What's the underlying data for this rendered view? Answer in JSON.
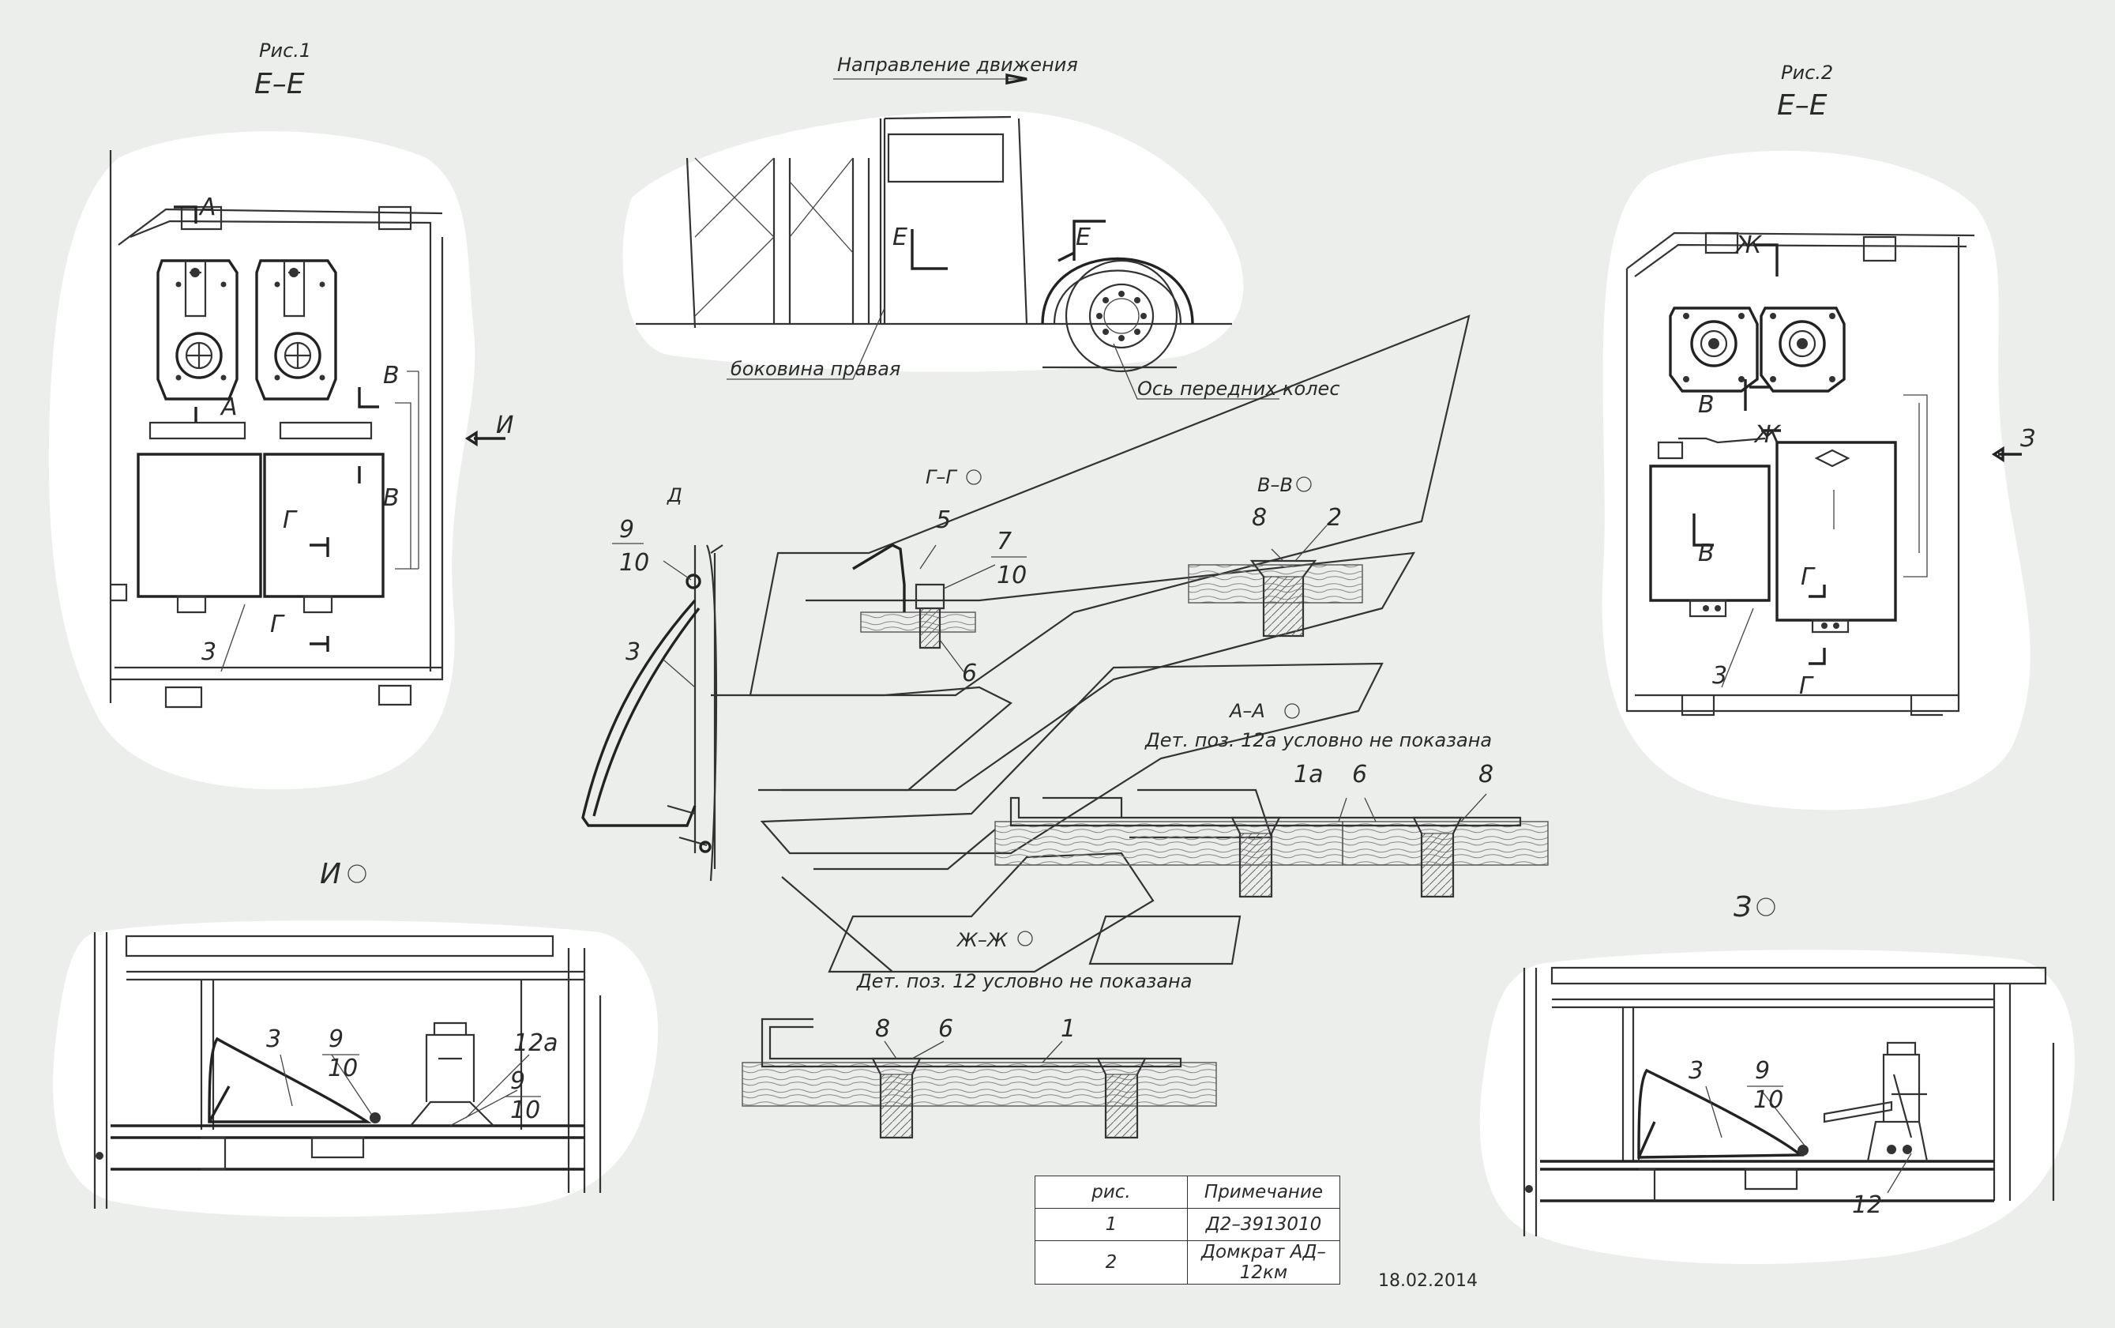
{
  "fig1": {
    "title": "Рис.1",
    "section": "Е–Е",
    "callouts": {
      "a_top": "А",
      "a_bottom": "А",
      "b_upper": "В",
      "b_lower": "В",
      "g_upper": "Г",
      "g_lower": "Г",
      "item3": "3",
      "view_i": "И"
    }
  },
  "fig2": {
    "title": "Рис.2",
    "section": "Е–Е",
    "callouts": {
      "zh_top": "Ж",
      "zh_mid": "Ж",
      "b_upper": "В",
      "b_lower": "В",
      "g_upper": "Г",
      "g_lower": "Г",
      "item3": "3",
      "view_z": "З"
    }
  },
  "bus": {
    "direction": "Направление движения",
    "section_e1": "Е",
    "section_e2": "Е",
    "side_label": "боковина правая",
    "axle_label": "Ось передних колес"
  },
  "detail_d": {
    "view": "Д",
    "items": [
      "9",
      "10",
      "3"
    ]
  },
  "section_gg": {
    "title": "Г–Г",
    "items": [
      "5",
      "7",
      "10",
      "6"
    ]
  },
  "section_vv": {
    "title": "В–В",
    "items": [
      "8",
      "2"
    ]
  },
  "section_aa": {
    "title": "А–А",
    "note": "Дет. поз. 12а условно не показана",
    "items": [
      "1а",
      "6",
      "8"
    ]
  },
  "section_zhzh": {
    "title": "Ж–Ж",
    "note": "Дет. поз. 12 условно не показана",
    "items": [
      "8",
      "6",
      "1"
    ]
  },
  "view_i": {
    "title": "И",
    "items": {
      "p3": "3",
      "p9": "9",
      "p10": "10",
      "p12a": "12а",
      "p9b": "9",
      "p10b": "10"
    }
  },
  "view_z": {
    "title": "З",
    "items": {
      "p3": "3",
      "p9": "9",
      "p10": "10",
      "p12": "12"
    }
  },
  "notes_table": {
    "headers": [
      "рис.",
      "Примечание"
    ],
    "rows": [
      [
        "1",
        "Д2–3913010"
      ],
      [
        "2",
        "Домкрат АД–12км"
      ]
    ]
  },
  "date": "18.02.2014"
}
